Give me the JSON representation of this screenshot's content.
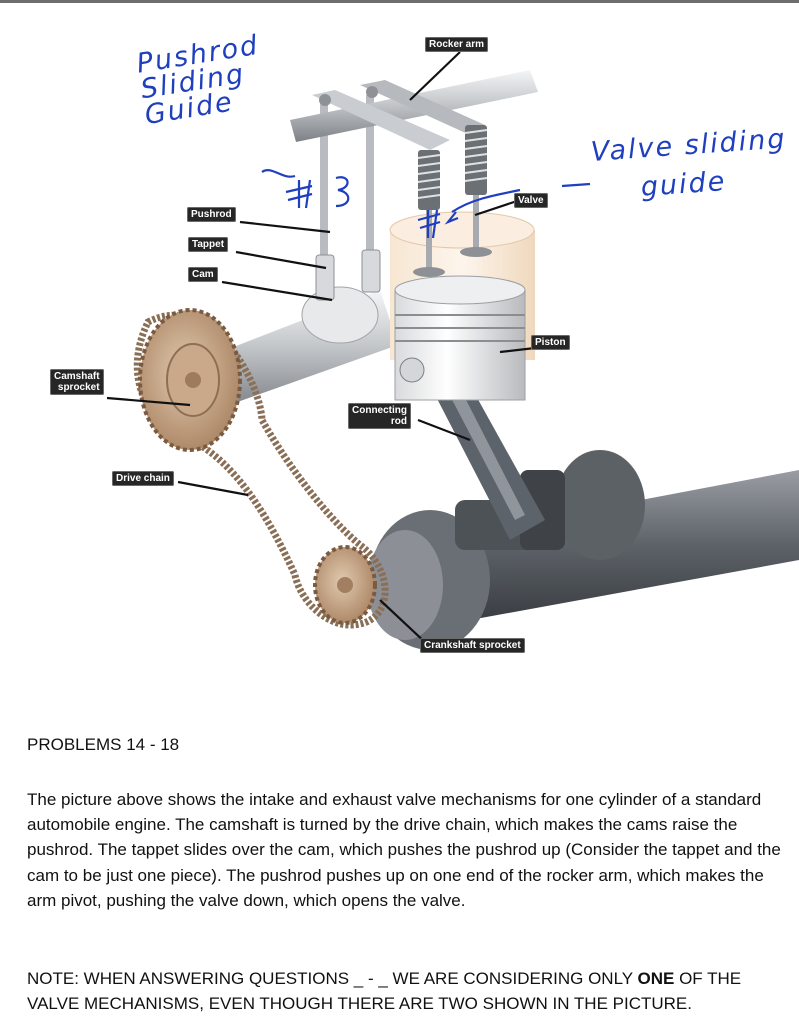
{
  "diagram": {
    "labels": {
      "rocker_arm": "Rocker arm",
      "pushrod": "Pushrod",
      "tappet": "Tappet",
      "cam": "Cam",
      "valve": "Valve",
      "piston": "Piston",
      "camshaft_sprocket_line1": "Camshaft",
      "camshaft_sprocket_line2": "sprocket",
      "connecting_rod_line1": "Connecting",
      "connecting_rod_line2": "rod",
      "drive_chain": "Drive chain",
      "crankshaft_sprocket": "Crankshaft sprocket"
    },
    "handwritten": {
      "pushrod_guide_line1": "Pushrod",
      "pushrod_guide_line2": "Sliding",
      "pushrod_guide_line3": "Guide",
      "valve_guide_line1": "Valve sliding",
      "valve_guide_line2": "guide"
    },
    "colors": {
      "label_bg": "#262626",
      "label_text": "#ffffff",
      "handwriting": "#1f3fbf",
      "sprocket": "#c9a98a",
      "metal": "#c8cacd",
      "dark_metal": "#555a60"
    }
  },
  "problems": {
    "heading": "PROBLEMS 14  - 18",
    "paragraph": "The picture above shows the intake and exhaust valve mechanisms for one cylinder of a standard automobile engine.   The camshaft is turned by the drive chain, which makes the cams raise the pushrod.  The tappet slides over the cam, which pushes the pushrod up  (Consider the tappet and the cam to be just one piece).  The pushrod pushes up on one end of the rocker arm, which makes the arm pivot, pushing the valve down, which opens the valve.",
    "note_before": "NOTE: WHEN ANSWERING QUESTIONS _ - _ WE ARE CONSIDERING ONLY ",
    "note_emphasis": "ONE",
    "note_after": " OF THE VALVE MECHANISMS, EVEN THOUGH THERE ARE TWO SHOWN IN THE PICTURE."
  }
}
